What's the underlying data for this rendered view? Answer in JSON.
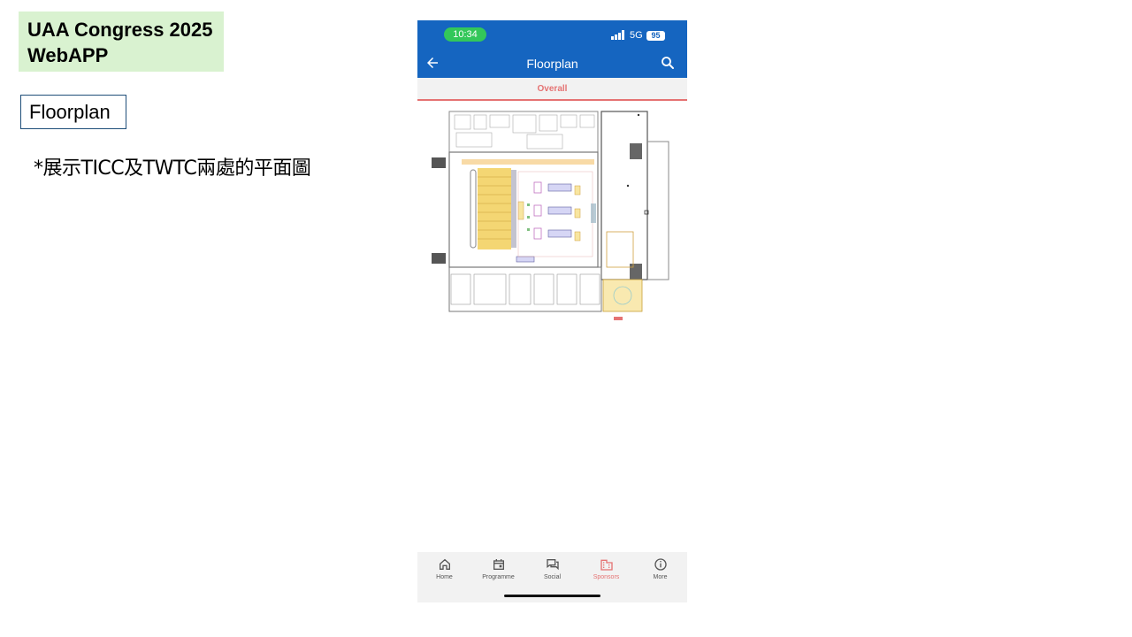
{
  "slide": {
    "title_line1": "UAA Congress 2025",
    "title_line2": "WebAPP",
    "section_label": "Floorplan",
    "note": "*展示TICC及TWTC兩處的平面圖",
    "colors": {
      "title_bg": "#d9f2d0",
      "section_border": "#1f4e79"
    }
  },
  "phone": {
    "status": {
      "time": "10:34",
      "network": "5G",
      "battery": "95"
    },
    "app_bar": {
      "title": "Floorplan",
      "left_icon": "back-arrow-icon",
      "right_icon": "search-icon"
    },
    "tab": {
      "label": "Overall"
    },
    "floorplan_image": "floorplan-map",
    "bottom_nav": [
      {
        "label": "Home",
        "icon": "home-icon",
        "active": false
      },
      {
        "label": "Programme",
        "icon": "calendar-icon",
        "active": false
      },
      {
        "label": "Social",
        "icon": "chat-icon",
        "active": false
      },
      {
        "label": "Sponsors",
        "icon": "building-icon",
        "active": true
      },
      {
        "label": "More",
        "icon": "info-icon",
        "active": false
      }
    ],
    "colors": {
      "primary": "#1565c0",
      "accent": "#e57373",
      "time_pill": "#33c75a",
      "nav_bg": "#f2f2f2"
    }
  }
}
